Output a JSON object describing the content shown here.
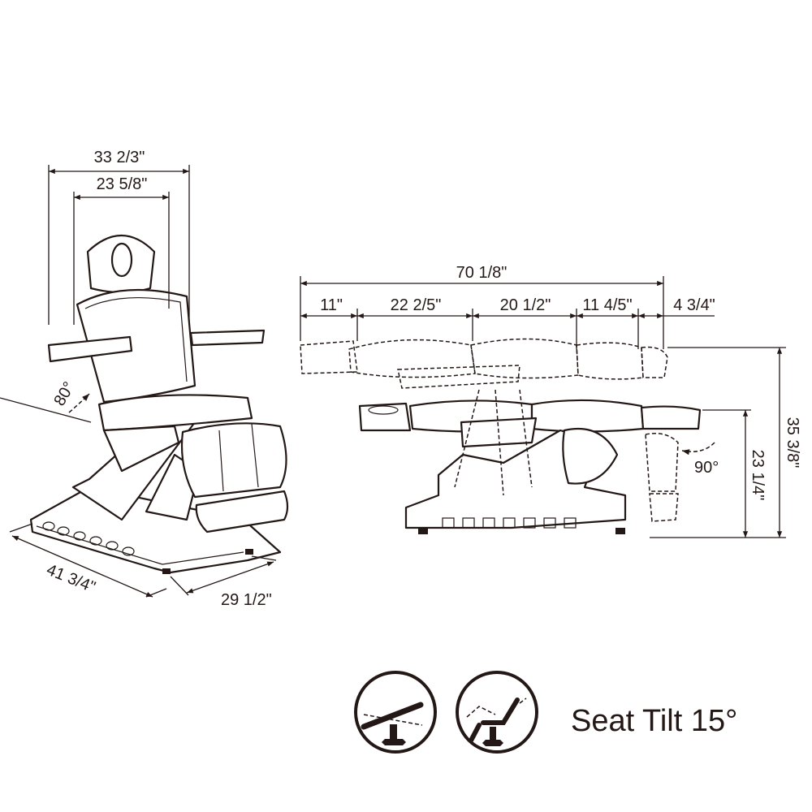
{
  "front_view": {
    "overall_width": "33 2/3\"",
    "seat_width": "23 5/8\"",
    "back_angle": "80°",
    "base_length": "41 3/4\"",
    "base_width": "29 1/2\""
  },
  "side_view": {
    "overall_length": "70 1/8\"",
    "segments": [
      "11\"",
      "22 2/5\"",
      "20 1/2\"",
      "11 4/5\"",
      "4 3/4\""
    ],
    "max_height": "35 3/8\"",
    "min_height": "23 1/4\"",
    "leg_angle": "90°"
  },
  "feature": {
    "icons": [
      "table-tilt-icon",
      "chair-recline-icon"
    ],
    "label": "Seat Tilt 15°"
  },
  "colors": {
    "ink": "#231815",
    "background": "#ffffff"
  }
}
